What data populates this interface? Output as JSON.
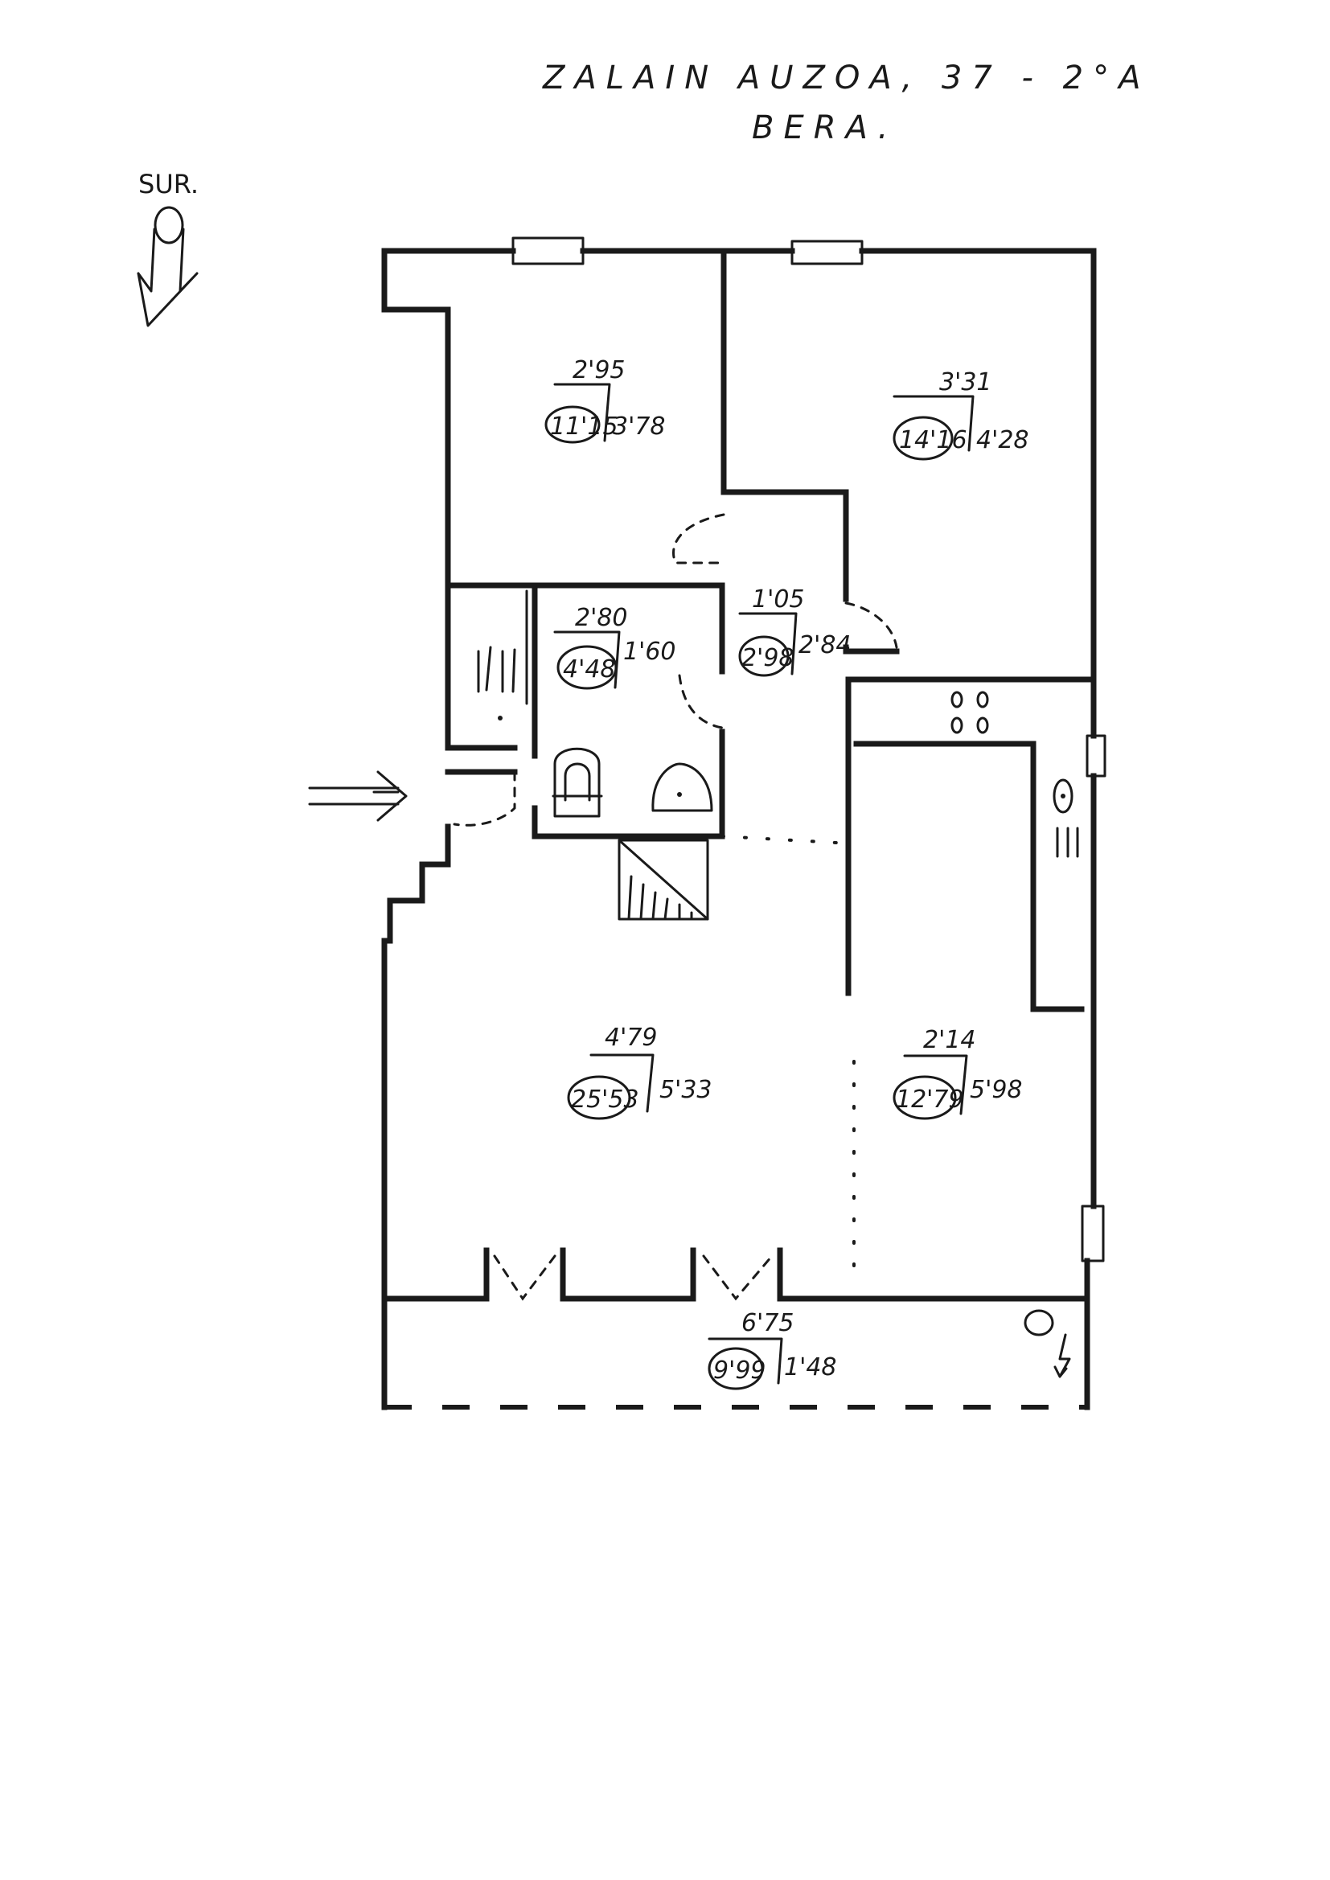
{
  "header": {
    "address": "ZALAIN AUZOA, 37 - 2°A",
    "town": "BERA."
  },
  "orientation": {
    "label": "SUR.",
    "icon": "arrow-down-icon"
  },
  "rooms": [
    {
      "id": "bedroom-1",
      "width": "2'95",
      "area": "11'15",
      "length": "3'78"
    },
    {
      "id": "bedroom-2",
      "width": "3'31",
      "area": "14'16",
      "length": "4'28"
    },
    {
      "id": "bathroom",
      "width": "2'80",
      "area": "4'48",
      "length": "1'60"
    },
    {
      "id": "hall",
      "width": "1'05",
      "area": "2'98",
      "length": "2'84"
    },
    {
      "id": "living",
      "width": "4'79",
      "area": "25'53",
      "length": "5'33"
    },
    {
      "id": "kitchen",
      "width": "2'14",
      "area": "12'79",
      "length": "5'98"
    },
    {
      "id": "balcony",
      "width": "6'75",
      "area": "9'99",
      "length": "1'48"
    }
  ],
  "icons": [
    "entrance-arrow-icon",
    "wc-icon",
    "washbasin-icon",
    "stove-icon",
    "sink-icon",
    "boiler-icon",
    "stairs-icon",
    "closet-icon"
  ]
}
